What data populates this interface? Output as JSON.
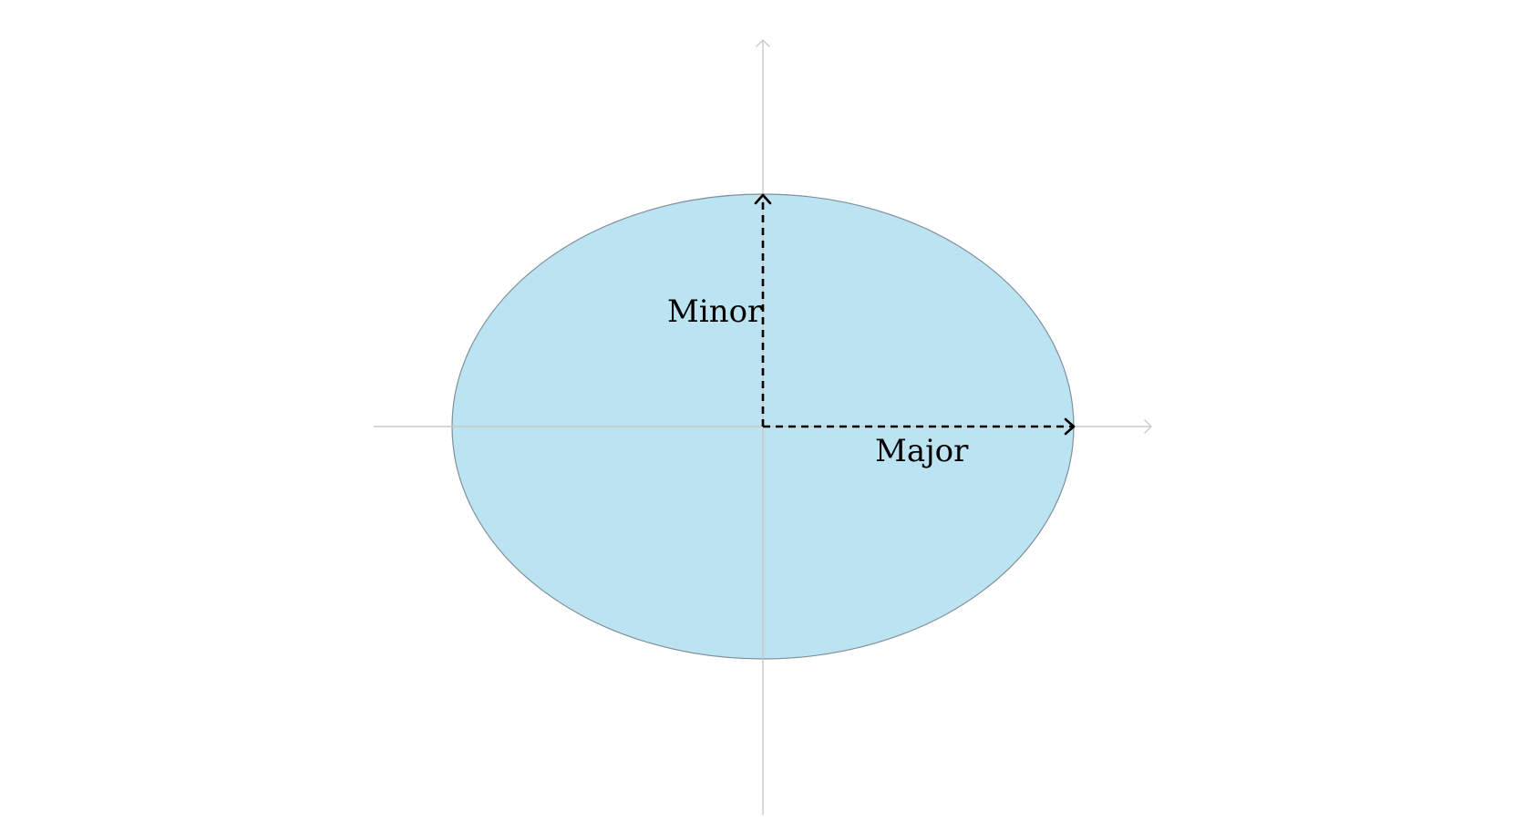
{
  "diagram": {
    "minor_label": "Minor",
    "major_label": "Major",
    "colors": {
      "ellipse_fill": "#bce3f1",
      "ellipse_stroke": "#7f9099",
      "axis": "#c9c9c9",
      "semi_axis_arrow": "#000000"
    },
    "icons": {
      "axis_arrow": "open-chevron-arrowhead",
      "semi_axis_arrow": "open-chevron-arrowhead"
    }
  }
}
